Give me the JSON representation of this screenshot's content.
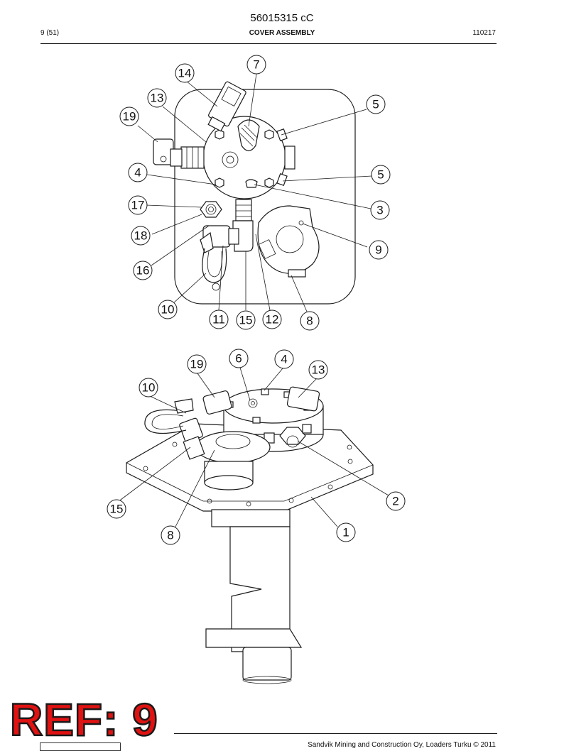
{
  "header": {
    "doc_number": "56015315 cC",
    "page": "9 (51)",
    "section_title": "COVER ASSEMBLY",
    "date_code": "110217"
  },
  "footer": {
    "copyright": "Sandvik Mining and Construction Oy, Loaders Turku © 2011"
  },
  "stamp": {
    "label": "REF: 9",
    "color": "#e01212"
  },
  "top_view": {
    "balloons": [
      {
        "id": "t7",
        "label": "7"
      },
      {
        "id": "t14",
        "label": "14"
      },
      {
        "id": "t13",
        "label": "13"
      },
      {
        "id": "t19",
        "label": "19"
      },
      {
        "id": "t5a",
        "label": "5"
      },
      {
        "id": "t5b",
        "label": "5"
      },
      {
        "id": "t4",
        "label": "4"
      },
      {
        "id": "t3",
        "label": "3"
      },
      {
        "id": "t17",
        "label": "17"
      },
      {
        "id": "t18",
        "label": "18"
      },
      {
        "id": "t9",
        "label": "9"
      },
      {
        "id": "t16",
        "label": "16"
      },
      {
        "id": "t10",
        "label": "10"
      },
      {
        "id": "t11",
        "label": "11"
      },
      {
        "id": "t15",
        "label": "15"
      },
      {
        "id": "t12",
        "label": "12"
      },
      {
        "id": "t8",
        "label": "8"
      }
    ]
  },
  "iso_view": {
    "balloons": [
      {
        "id": "i6",
        "label": "6"
      },
      {
        "id": "i4",
        "label": "4"
      },
      {
        "id": "i19",
        "label": "19"
      },
      {
        "id": "i13",
        "label": "13"
      },
      {
        "id": "i10",
        "label": "10"
      },
      {
        "id": "i2",
        "label": "2"
      },
      {
        "id": "i15",
        "label": "15"
      },
      {
        "id": "i1",
        "label": "1"
      },
      {
        "id": "i8",
        "label": "8"
      }
    ]
  }
}
